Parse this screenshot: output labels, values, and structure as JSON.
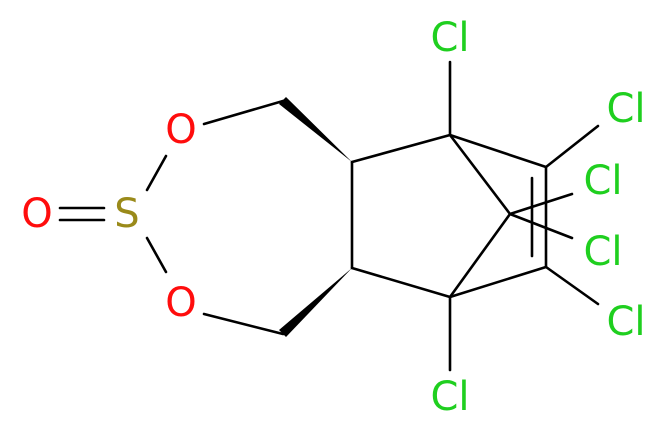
{
  "molecule": {
    "colors": {
      "bond": "#000000",
      "oxygen": "#ff0d0d",
      "sulfur": "#9a8a1a",
      "chlorine": "#1fcf1f"
    },
    "atoms": {
      "o_double": "O",
      "s": "S",
      "o_upper": "O",
      "o_lower": "O",
      "cl_top": "Cl",
      "cl_bottom": "Cl",
      "cl_right_1": "Cl",
      "cl_right_2": "Cl",
      "cl_right_3": "Cl",
      "cl_right_4": "Cl"
    }
  }
}
